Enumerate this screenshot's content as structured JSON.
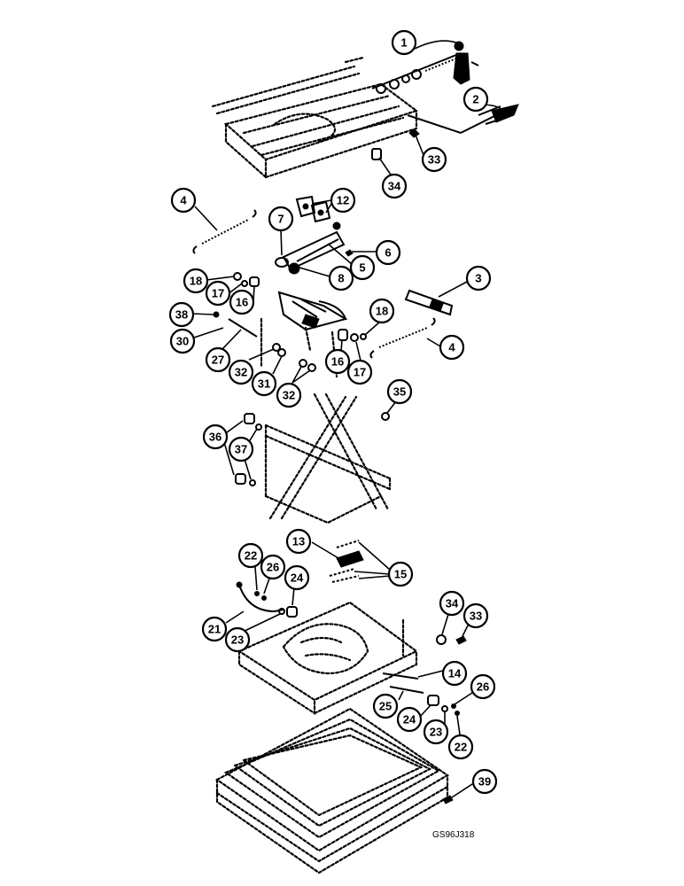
{
  "drawing_ref": "GS96J318",
  "callouts": [
    {
      "id": "c1",
      "label": "1"
    },
    {
      "id": "c2",
      "label": "2"
    },
    {
      "id": "c33a",
      "label": "33"
    },
    {
      "id": "c34a",
      "label": "34"
    },
    {
      "id": "c4a",
      "label": "4"
    },
    {
      "id": "c12",
      "label": "12"
    },
    {
      "id": "c7",
      "label": "7"
    },
    {
      "id": "c6",
      "label": "6"
    },
    {
      "id": "c5",
      "label": "5"
    },
    {
      "id": "c8",
      "label": "8"
    },
    {
      "id": "c18a",
      "label": "18"
    },
    {
      "id": "c17a",
      "label": "17"
    },
    {
      "id": "c16a",
      "label": "16"
    },
    {
      "id": "c3",
      "label": "3"
    },
    {
      "id": "c38",
      "label": "38"
    },
    {
      "id": "c18b",
      "label": "18"
    },
    {
      "id": "c30",
      "label": "30"
    },
    {
      "id": "c27",
      "label": "27"
    },
    {
      "id": "c4b",
      "label": "4"
    },
    {
      "id": "c16b",
      "label": "16"
    },
    {
      "id": "c17b",
      "label": "17"
    },
    {
      "id": "c32a",
      "label": "32"
    },
    {
      "id": "c31",
      "label": "31"
    },
    {
      "id": "c32b",
      "label": "32"
    },
    {
      "id": "c35",
      "label": "35"
    },
    {
      "id": "c36",
      "label": "36"
    },
    {
      "id": "c37",
      "label": "37"
    },
    {
      "id": "c13",
      "label": "13"
    },
    {
      "id": "c22a",
      "label": "22"
    },
    {
      "id": "c26a",
      "label": "26"
    },
    {
      "id": "c15",
      "label": "15"
    },
    {
      "id": "c24a",
      "label": "24"
    },
    {
      "id": "c21",
      "label": "21"
    },
    {
      "id": "c23a",
      "label": "23"
    },
    {
      "id": "c34b",
      "label": "34"
    },
    {
      "id": "c33b",
      "label": "33"
    },
    {
      "id": "c14",
      "label": "14"
    },
    {
      "id": "c26b",
      "label": "26"
    },
    {
      "id": "c25",
      "label": "25"
    },
    {
      "id": "c24b",
      "label": "24"
    },
    {
      "id": "c23b",
      "label": "23"
    },
    {
      "id": "c22b",
      "label": "22"
    },
    {
      "id": "c39",
      "label": "39"
    }
  ]
}
